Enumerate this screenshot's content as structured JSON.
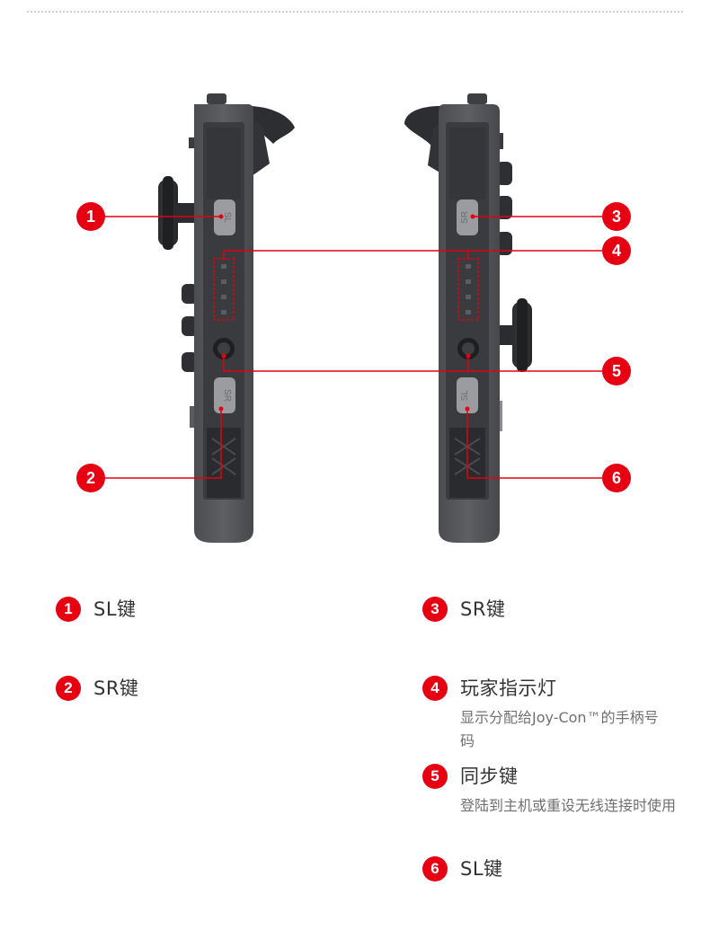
{
  "figure": {
    "callouts": [
      "1",
      "2",
      "3",
      "4",
      "5",
      "6"
    ],
    "left_controller": {
      "top_button_label": "SL",
      "bottom_button_label": "SR"
    },
    "right_controller": {
      "top_button_label": "SR",
      "bottom_button_label": "SL"
    }
  },
  "legend": {
    "items": [
      {
        "num": "1",
        "title": "SL键",
        "desc": ""
      },
      {
        "num": "2",
        "title": "SR键",
        "desc": ""
      },
      {
        "num": "3",
        "title": "SR键",
        "desc": ""
      },
      {
        "num": "4",
        "title": "玩家指示灯",
        "desc": "显示分配给Joy-Con™的手柄号码"
      },
      {
        "num": "5",
        "title": "同步键",
        "desc": "登陆到主机或重设无线连接时使用"
      },
      {
        "num": "6",
        "title": "SL键",
        "desc": ""
      }
    ]
  },
  "colors": {
    "accent": "#e60012",
    "rail": "#3a3b3e",
    "body": "#55575b",
    "button": "#9a9b9e"
  }
}
